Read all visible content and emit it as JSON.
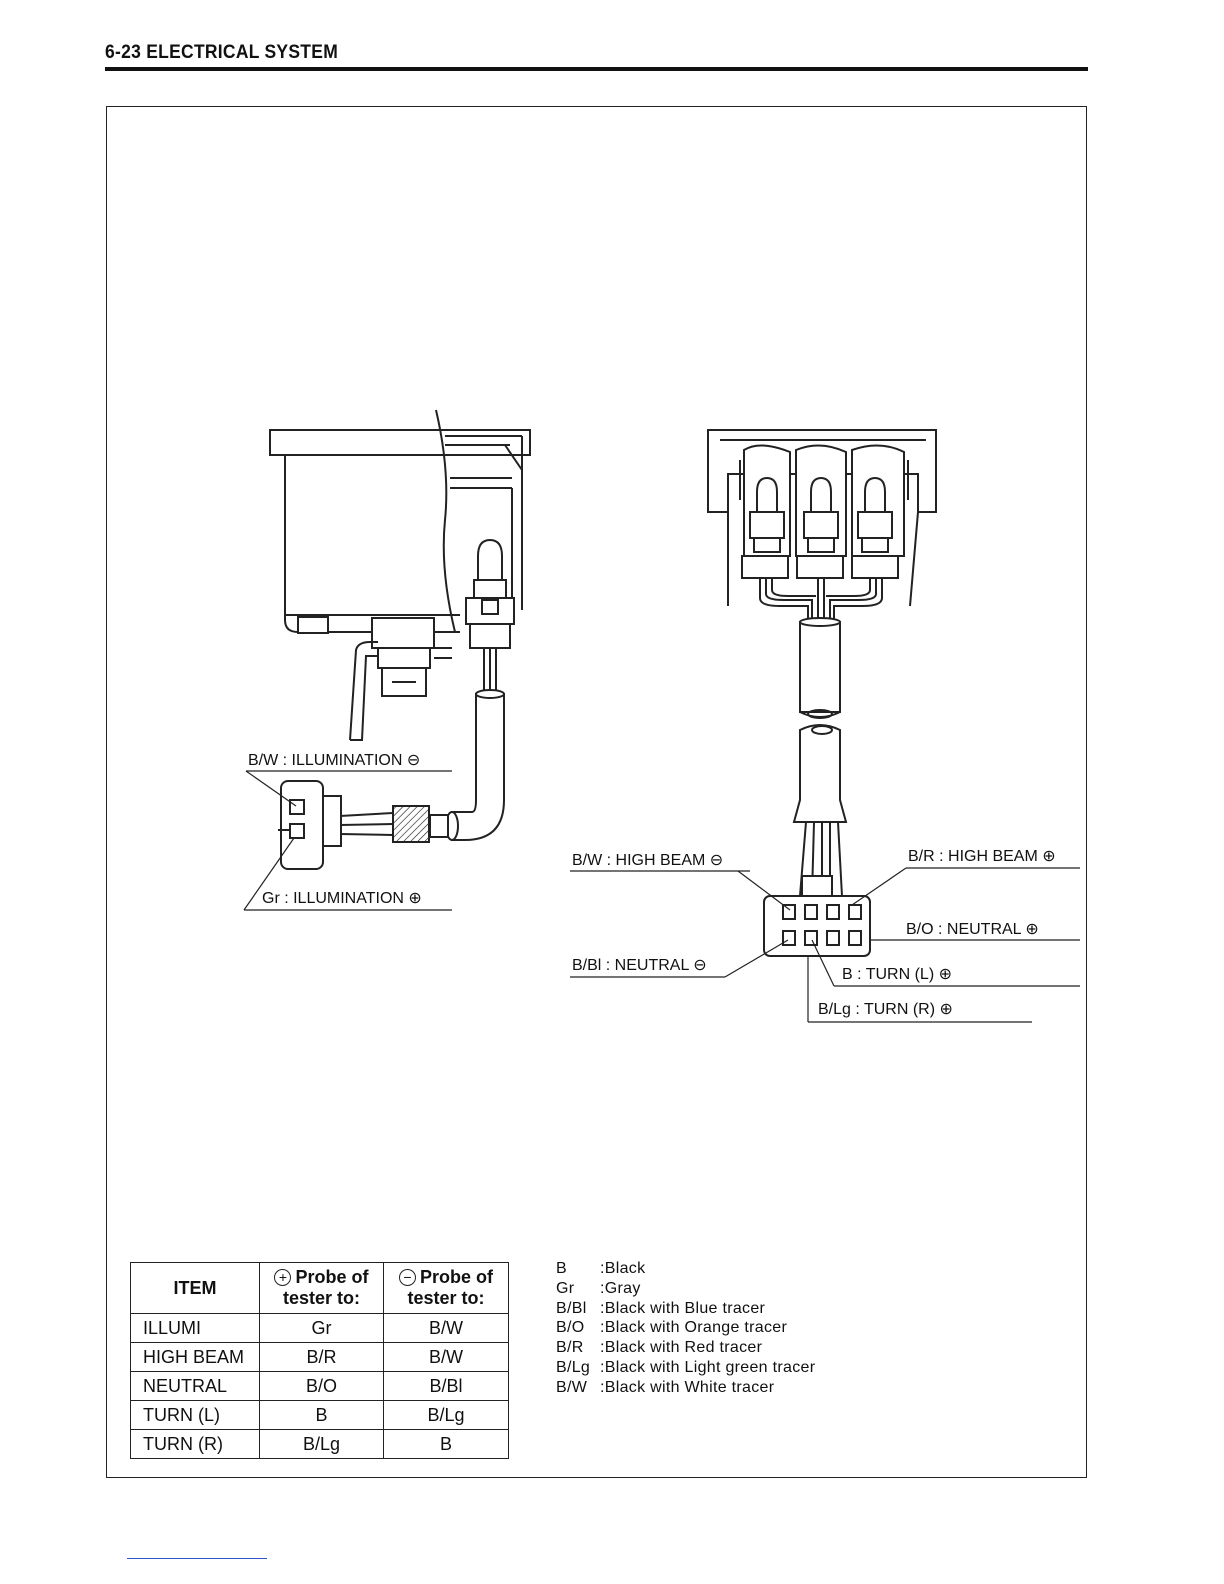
{
  "header": {
    "title": "6-23 ELECTRICAL SYSTEM"
  },
  "left_diagram": {
    "labels": {
      "bw": "B/W : ILLUMINATION ⊖",
      "gr": "Gr : ILLUMINATION ⊕"
    }
  },
  "right_diagram": {
    "labels": {
      "bw": "B/W : HIGH BEAM ⊖",
      "br": "B/R : HIGH BEAM ⊕",
      "bo": "B/O : NEUTRAL ⊕",
      "bbl": "B/Bl : NEUTRAL ⊖",
      "b": "B : TURN (L) ⊕",
      "blg": "B/Lg : TURN (R) ⊕"
    }
  },
  "table": {
    "headers": {
      "item": "ITEM",
      "pos_sign": "+",
      "pos_line1": "Probe of",
      "pos_line2": "tester to:",
      "neg_sign": "−",
      "neg_line1": "Probe of",
      "neg_line2": "tester to:"
    },
    "rows": [
      {
        "item": "ILLUMI",
        "pos": "Gr",
        "neg": "B/W"
      },
      {
        "item": "HIGH BEAM",
        "pos": "B/R",
        "neg": "B/W"
      },
      {
        "item": "NEUTRAL",
        "pos": "B/O",
        "neg": "B/Bl"
      },
      {
        "item": "TURN (L)",
        "pos": "B",
        "neg": "B/Lg"
      },
      {
        "item": "TURN (R)",
        "pos": "B/Lg",
        "neg": "B"
      }
    ]
  },
  "legend": [
    {
      "code": "B",
      "desc": ":Black"
    },
    {
      "code": "Gr",
      "desc": ":Gray"
    },
    {
      "code": "B/Bl",
      "desc": ":Black with Blue tracer"
    },
    {
      "code": "B/O",
      "desc": ":Black with Orange tracer"
    },
    {
      "code": "B/R",
      "desc": ":Black with Red tracer"
    },
    {
      "code": "B/Lg",
      "desc": ":Black with Light green tracer"
    },
    {
      "code": "B/W",
      "desc": ":Black with White tracer"
    }
  ]
}
